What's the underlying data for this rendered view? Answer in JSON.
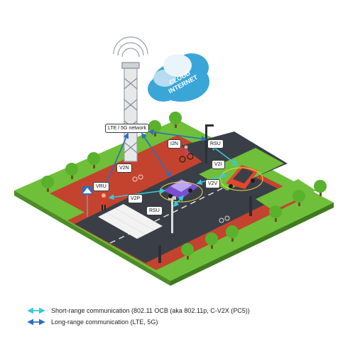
{
  "cloud": {
    "line1": "CLOUD",
    "line2": "INTERNET"
  },
  "labels": {
    "network": "LTE / 5G network",
    "i2n": "I2N",
    "rsu_top": "RSU",
    "v2n": "V2N",
    "v2i": "V2I",
    "vru": "VRU",
    "v2v": "V2V",
    "v2p": "V2P",
    "rsu_bottom": "RSU"
  },
  "legend": {
    "short_range": "Short-range communication (802.11 OCB (aka 802.11p, C-V2X (PC5))",
    "long_range": "Long-range communication (LTE, 5G)"
  },
  "colors": {
    "short_range": "#37c8e0",
    "long_range": "#2b6fbd",
    "grass": "#6fbf3a",
    "road": "#3a3f47",
    "sidewalk": "#c4432f",
    "cloud": "#3aa6d8"
  }
}
